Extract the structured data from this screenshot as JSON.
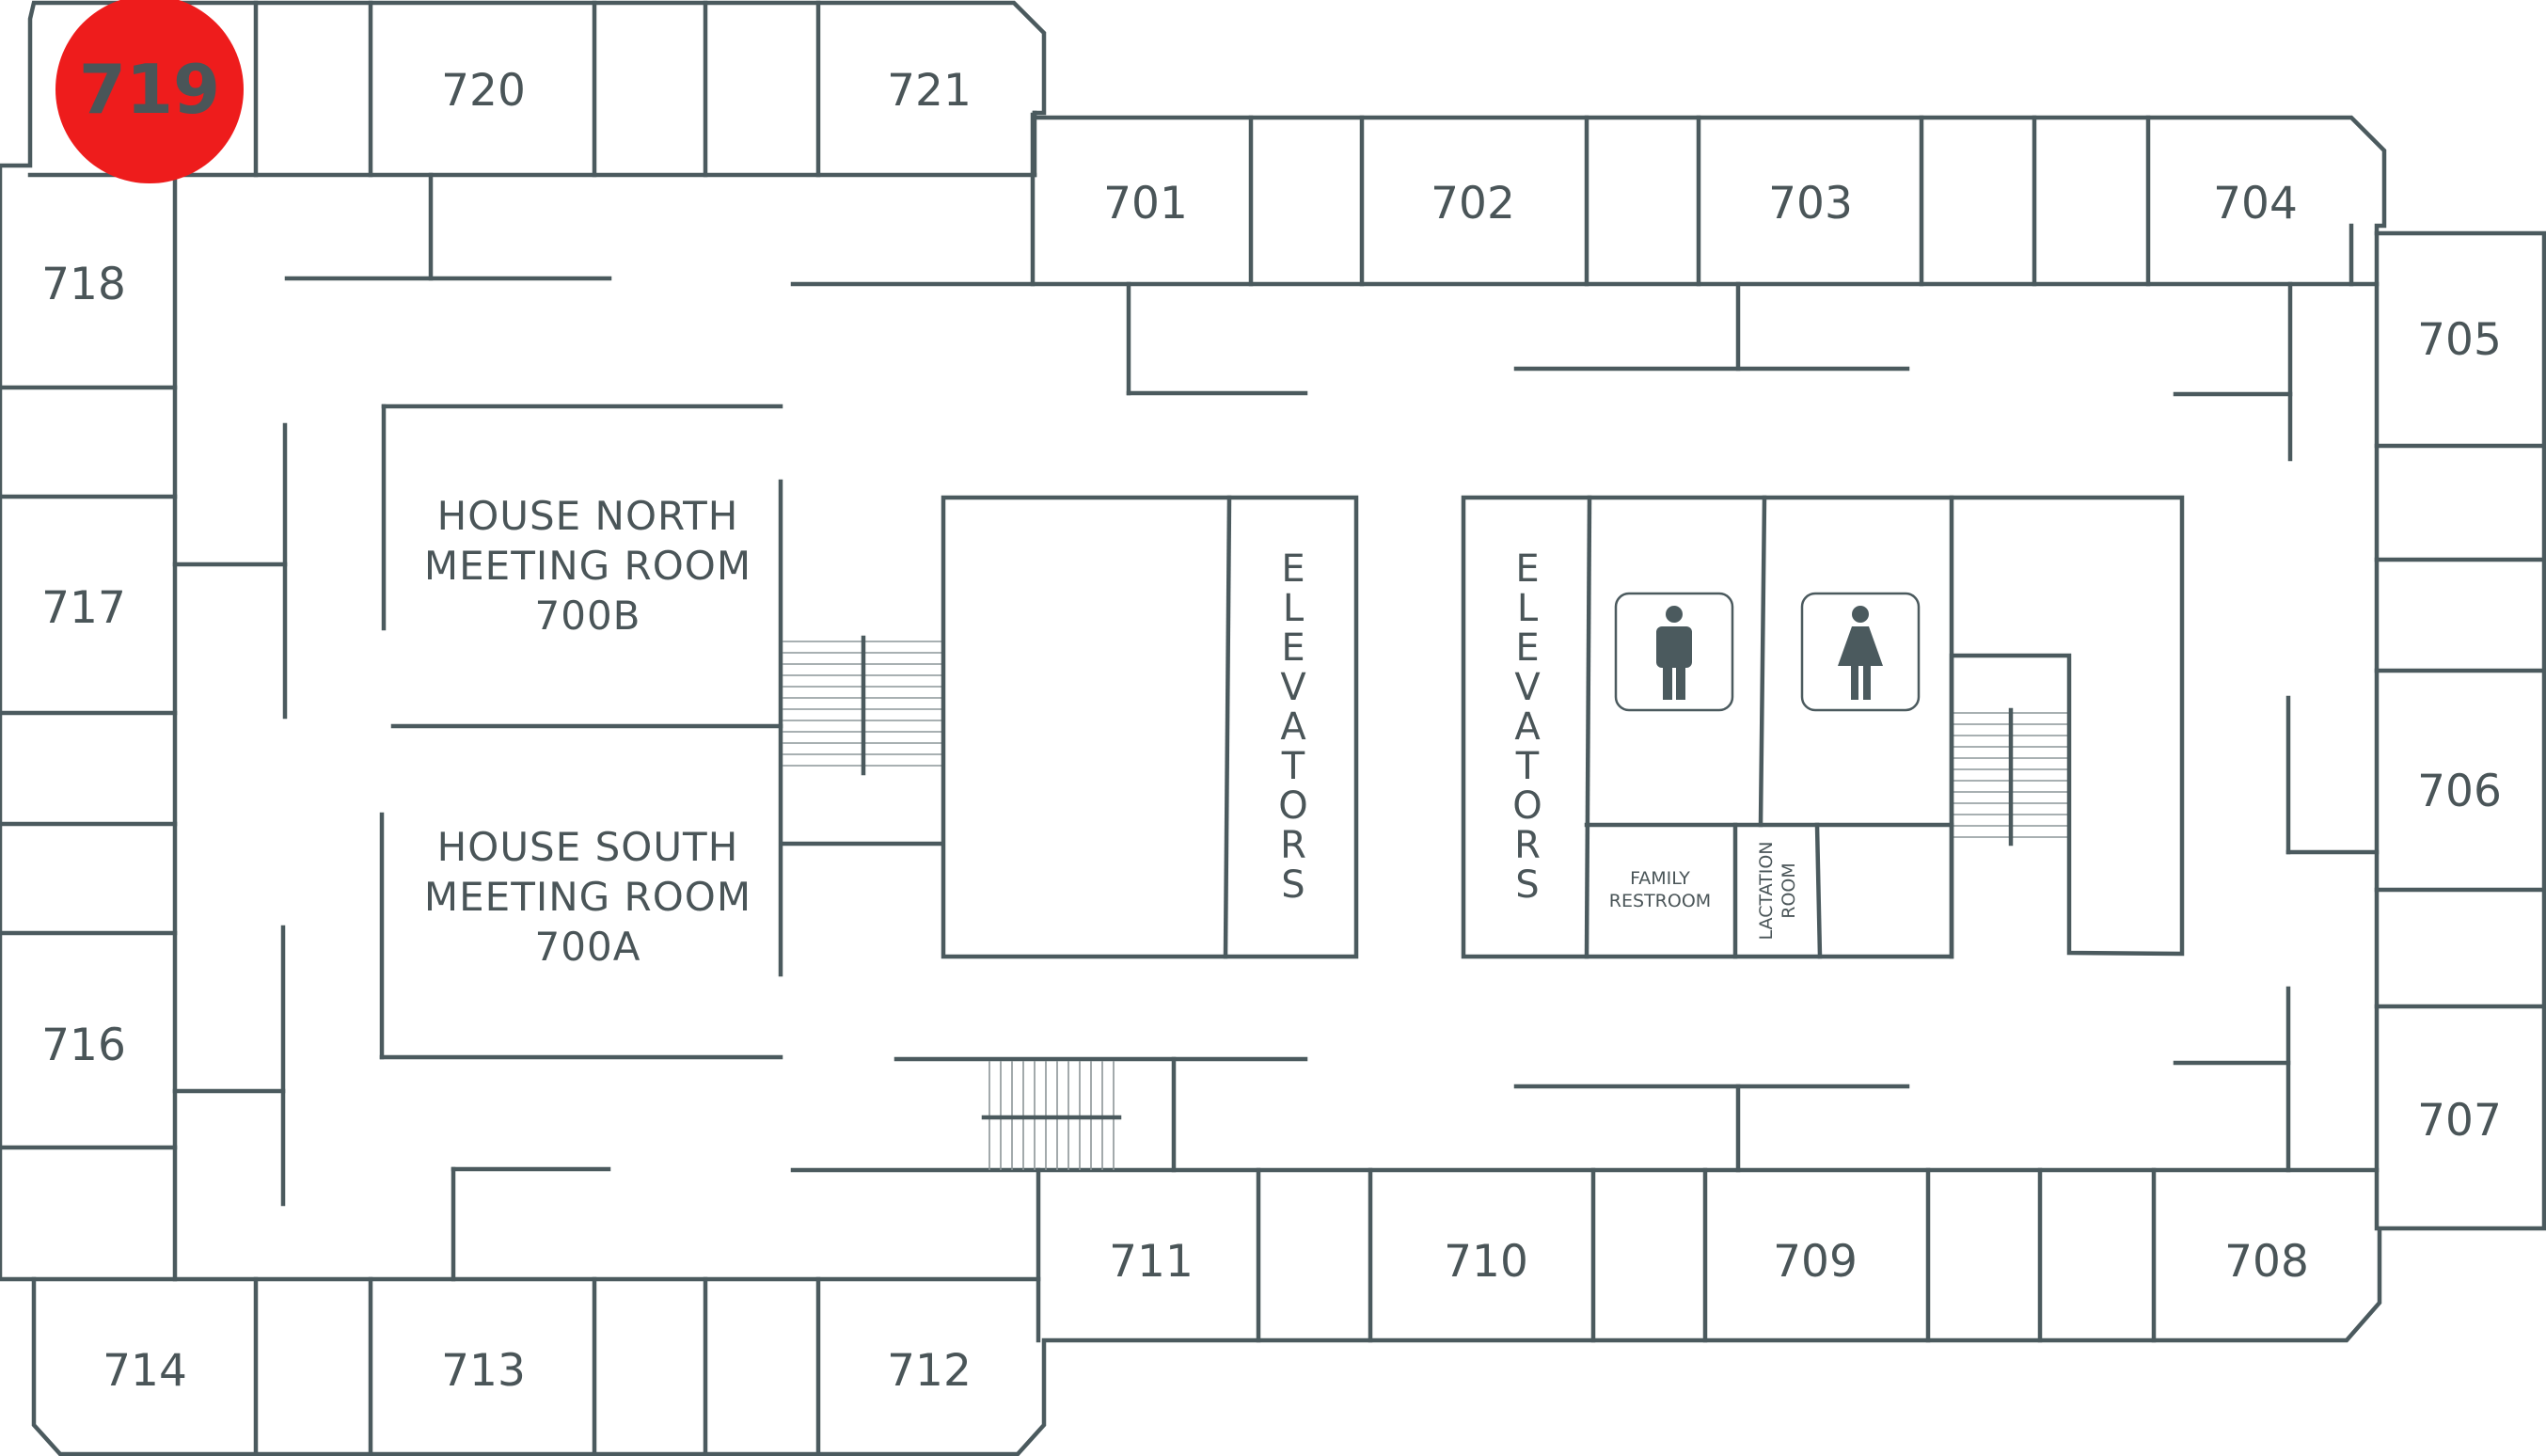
{
  "rooms": {
    "r701": "701",
    "r702": "702",
    "r703": "703",
    "r704": "704",
    "r705": "705",
    "r706": "706",
    "r707": "707",
    "r708": "708",
    "r709": "709",
    "r710": "710",
    "r711": "711",
    "r712": "712",
    "r713": "713",
    "r714": "714",
    "r716": "716",
    "r717": "717",
    "r718": "718",
    "r720": "720",
    "r721": "721"
  },
  "meeting_rooms": {
    "north": {
      "line1": "HOUSE NORTH",
      "line2": "MEETING ROOM",
      "line3": "700B"
    },
    "south": {
      "line1": "HOUSE SOUTH",
      "line2": "MEETING ROOM",
      "line3": "700A"
    }
  },
  "elevators": {
    "left_letters": [
      "E",
      "L",
      "E",
      "V",
      "A",
      "T",
      "O",
      "R",
      "S"
    ],
    "right_letters": [
      "E",
      "L",
      "E",
      "V",
      "A",
      "T",
      "O",
      "R",
      "S"
    ]
  },
  "small_rooms": {
    "family": {
      "line1": "FAMILY",
      "line2": "RESTROOM"
    },
    "lactation": {
      "line1": "LACTATION",
      "line2": "ROOM"
    }
  },
  "restroom_icons": {
    "men": "men-restroom-icon",
    "women": "women-restroom-icon"
  },
  "highlight": {
    "room": "719",
    "color": "#ee1c1c"
  },
  "colors": {
    "wall": "#4b5a5e",
    "text": "#4a5558",
    "background": "#ffffff"
  }
}
